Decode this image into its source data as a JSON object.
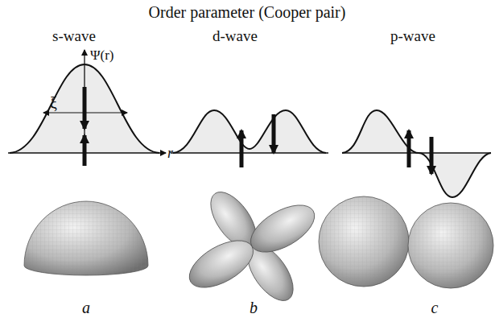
{
  "diagram": {
    "title": "Order parameter (Cooper pair)",
    "labels": [
      "s-wave",
      "d-wave",
      "p-wave",
      "Ψ(r)",
      "ξ",
      "r",
      "a",
      "b",
      "c"
    ]
  }
}
